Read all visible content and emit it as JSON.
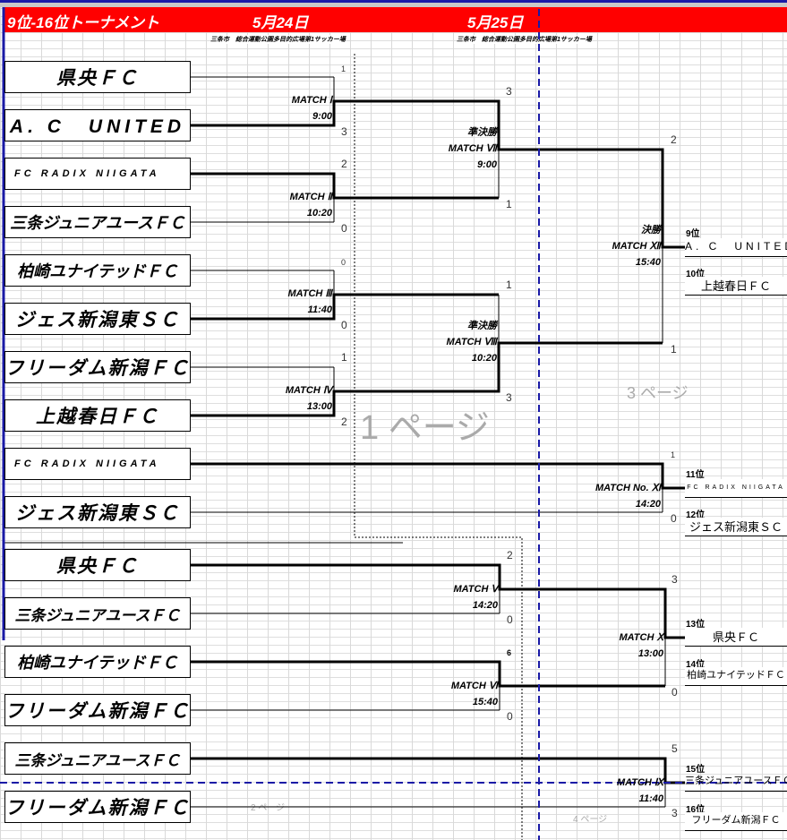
{
  "header": {
    "title": "9位-16位トーナメント",
    "day1": "5月24日",
    "day2": "5月25日",
    "venue1": "三条市　総合運動公園多目的広場第1サッカー場",
    "venue2": "三条市　総合運動公園多目的広場第1サッカー場"
  },
  "teams": [
    "県央ＦＣ",
    "A. C　UNITED",
    "FC RADIX NIIGATA",
    "三条ジュニアユースＦＣ",
    "柏崎ユナイテッドＦＣ",
    "ジェス新潟東ＳＣ",
    "フリーダム新潟ＦＣ",
    "上越春日ＦＣ",
    "FC RADIX NIIGATA",
    "ジェス新潟東ＳＣ",
    "県央ＦＣ",
    "三条ジュニアユースＦＣ",
    "柏崎ユナイテッドＦＣ",
    "フリーダム新潟ＦＣ",
    "三条ジュニアユースＦＣ",
    "フリーダム新潟ＦＣ"
  ],
  "matches": {
    "m1": {
      "label": "MATCH Ⅰ",
      "time": "9:00",
      "scores": [
        "1",
        "3"
      ]
    },
    "m2": {
      "label": "MATCH Ⅱ",
      "time": "10:20",
      "scores": [
        "2",
        "0"
      ]
    },
    "m3": {
      "label": "MATCH Ⅲ",
      "time": "11:40",
      "scores": [
        "0",
        "0"
      ]
    },
    "m4": {
      "label": "MATCH Ⅳ",
      "time": "13:00",
      "scores": [
        "1",
        "2"
      ]
    },
    "m7": {
      "stage": "準決勝",
      "label": "MATCH Ⅶ",
      "time": "9:00",
      "scores": [
        "3",
        "1"
      ]
    },
    "m8": {
      "stage": "準決勝",
      "label": "MATCH Ⅷ",
      "time": "10:20",
      "scores": [
        "1",
        "3"
      ]
    },
    "m12": {
      "stage": "決勝",
      "label": "MATCH Ⅻ",
      "time": "15:40",
      "scores": [
        "2",
        "1"
      ]
    },
    "m11": {
      "label": "MATCH No. Ⅺ",
      "time": "14:20",
      "scores": [
        "1",
        "0"
      ]
    },
    "m5": {
      "label": "MATCH Ⅴ",
      "time": "14:20",
      "scores": [
        "2",
        "0"
      ]
    },
    "m6": {
      "label": "MATCH Ⅵ",
      "time": "15:40",
      "scores": [
        "6",
        "0"
      ]
    },
    "m10": {
      "label": "MATCH Ⅹ",
      "time": "13:00",
      "scores": [
        "3",
        "0"
      ]
    },
    "m9": {
      "label": "MATCH Ⅸ",
      "time": "11:40",
      "scores": [
        "5",
        "3"
      ]
    }
  },
  "results": [
    {
      "rank": "9位",
      "team": "A. C　UNITED"
    },
    {
      "rank": "10位",
      "team": "上越春日ＦＣ"
    },
    {
      "rank": "11位",
      "team": "FC RADIX NIIGATA"
    },
    {
      "rank": "12位",
      "team": "ジェス新潟東ＳＣ"
    },
    {
      "rank": "13位",
      "team": "県央ＦＣ"
    },
    {
      "rank": "14位",
      "team": "柏崎ユナイテッドＦＣ"
    },
    {
      "rank": "15位",
      "team": "三条ジュニアユースＦＣ"
    },
    {
      "rank": "16位",
      "team": "フリーダム新潟ＦＣ"
    }
  ],
  "watermarks": {
    "p1": "1 ページ",
    "p2": "2 ページ",
    "p3": "3 ページ",
    "p4": "4 ページ"
  }
}
